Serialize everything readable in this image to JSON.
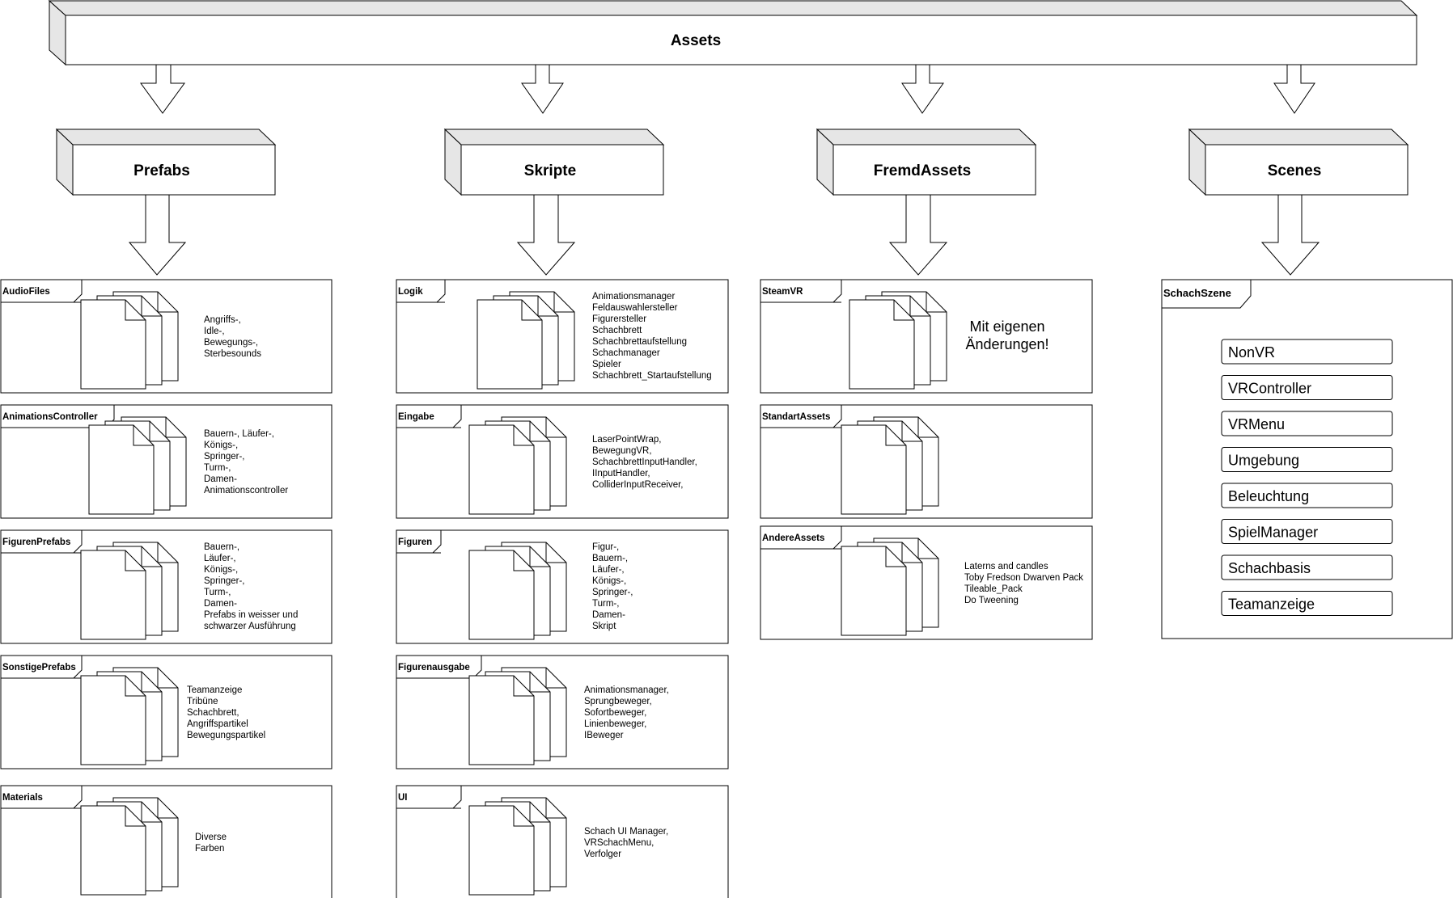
{
  "root": {
    "title": "Assets"
  },
  "categories": [
    {
      "title": "Prefabs",
      "packages": [
        {
          "name": "AudioFiles",
          "lines": [
            "Angriffs-,",
            "Idle-,",
            "Bewegungs-,",
            "Sterbesounds"
          ]
        },
        {
          "name": "AnimationsController",
          "lines": [
            "Bauern-, Läufer-,",
            "Königs-,",
            "Springer-,",
            "Turm-,",
            "Damen-",
            "Animationscontroller"
          ]
        },
        {
          "name": "FigurenPrefabs",
          "lines": [
            "Bauern-,",
            "Läufer-,",
            " Königs-,",
            "Springer-,",
            "Turm-,",
            "Damen-",
            "Prefabs in weisser und",
            "schwarzer Ausführung"
          ]
        },
        {
          "name": "SonstigePrefabs",
          "lines": [
            "Teamanzeige",
            "Tribüne",
            "Schachbrett,",
            "Angriffspartikel",
            "Bewegungspartikel"
          ]
        },
        {
          "name": "Materials",
          "lines": [
            "Diverse",
            "Farben"
          ]
        }
      ]
    },
    {
      "title": "Skripte",
      "packages": [
        {
          "name": "Logik",
          "lines": [
            "Animationsmanager",
            "Feldauswahlersteller",
            "Figurersteller",
            "Schachbrett",
            "Schachbrettaufstellung",
            "Schachmanager",
            "Spieler",
            "Schachbrett_Startaufstellung"
          ]
        },
        {
          "name": "Eingabe",
          "lines": [
            "LaserPointWrap,",
            "BewegungVR,",
            "SchachbrettInputHandler,",
            "IInputHandler,",
            "ColliderInputReceiver,"
          ]
        },
        {
          "name": "Figuren",
          "lines": [
            "Figur-,",
            "Bauern-,",
            "Läufer-,",
            "Königs-,",
            "Springer-,",
            "Turm-,",
            "Damen-",
            "Skript"
          ]
        },
        {
          "name": "Figurenausgabe",
          "lines": [
            "Animationsmanager,",
            "Sprungbeweger,",
            "Sofortbeweger,",
            "Linienbeweger,",
            "IBeweger"
          ]
        },
        {
          "name": "UI",
          "lines": [
            "Schach UI Manager,",
            "VRSchachMenu,",
            "Verfolger"
          ]
        }
      ]
    },
    {
      "title": "FremdAssets",
      "packages": [
        {
          "name": "SteamVR",
          "note": [
            "Mit eigenen",
            "Änderungen!"
          ]
        },
        {
          "name": "StandartAssets",
          "lines": []
        },
        {
          "name": "AndereAssets",
          "lines": [
            "Laterns and candles",
            "Toby Fredson Dwarven Pack",
            "Tileable_Pack",
            "Do Tweening"
          ]
        }
      ]
    },
    {
      "title": "Scenes",
      "scene": {
        "name": "SchachSzene",
        "items": [
          "NonVR",
          "VRController",
          "VRMenu",
          "Umgebung",
          "Beleuchtung",
          "SpielManager",
          "Schachbasis",
          "Teamanzeige"
        ]
      }
    }
  ]
}
